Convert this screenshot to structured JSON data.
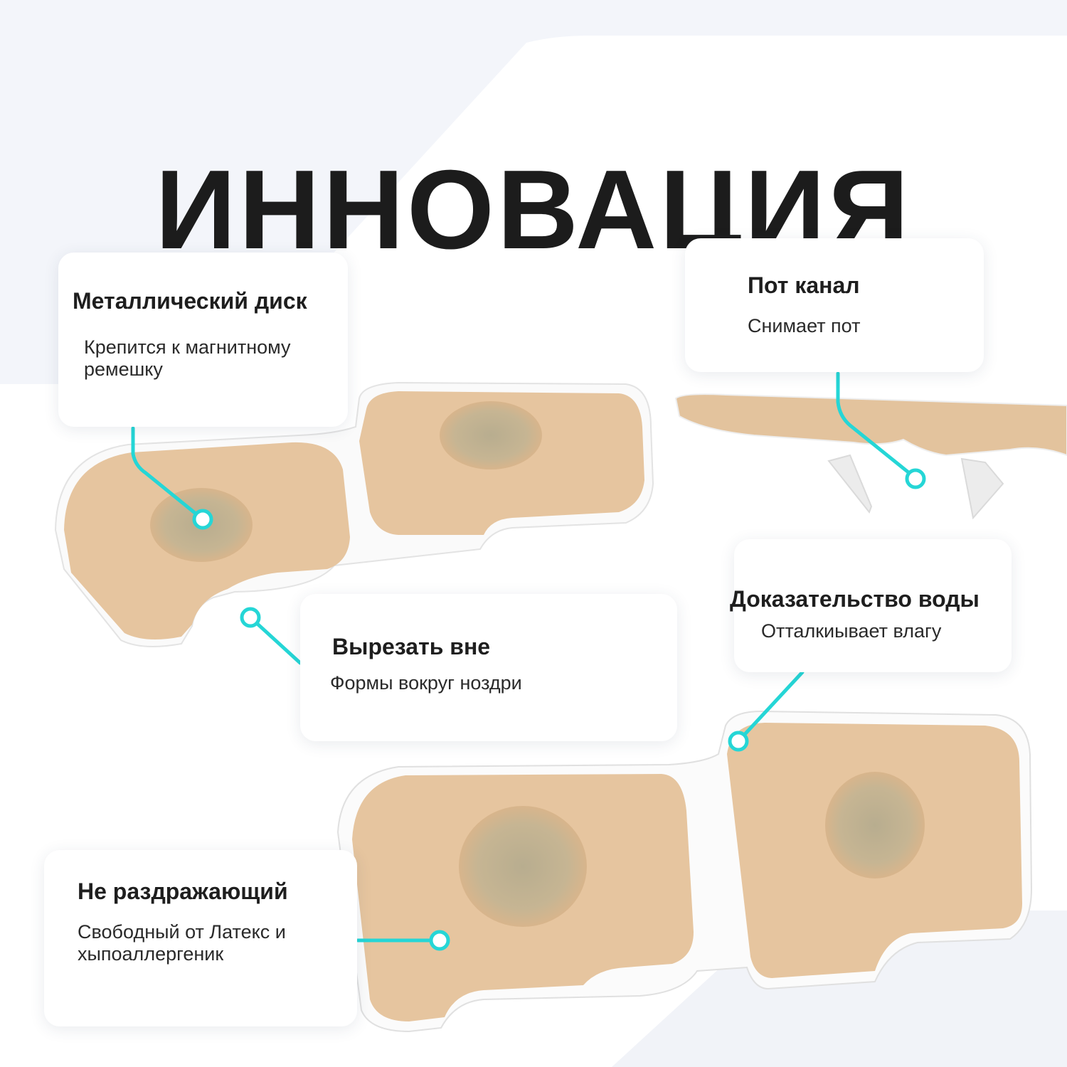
{
  "title": "ИННОВАЦИЯ",
  "accent_color": "#25d6d6",
  "callouts": {
    "metal_disk": {
      "heading": "Металлический диск",
      "text_line1": "Крепится к магнитному",
      "text_line2": "ремешку"
    },
    "sweat_channel": {
      "heading": "Пот канал",
      "text": "Снимает пот"
    },
    "cut_out": {
      "heading": "Вырезать вне",
      "text": "Формы вокруг ноздри"
    },
    "water_proof": {
      "heading": "Доказательство воды",
      "text": "Отталкиывает влагу"
    },
    "non_irritating": {
      "heading": "Не раздражающий",
      "text_line1": "Свободный от Латекс и",
      "text_line2": "хыпоаллергеник"
    }
  }
}
